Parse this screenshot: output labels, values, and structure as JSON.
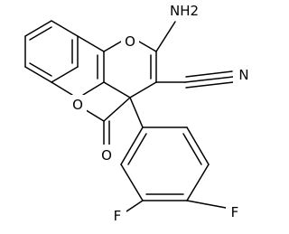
{
  "molecule": {
    "labels": {
      "amino": "NH2",
      "ring_oxygen_pyran": "O",
      "ring_oxygen_lactone": "O",
      "carbonyl_oxygen": "O",
      "nitrile_nitrogen": "N",
      "fluorine_3": "F",
      "fluorine_4": "F"
    }
  }
}
